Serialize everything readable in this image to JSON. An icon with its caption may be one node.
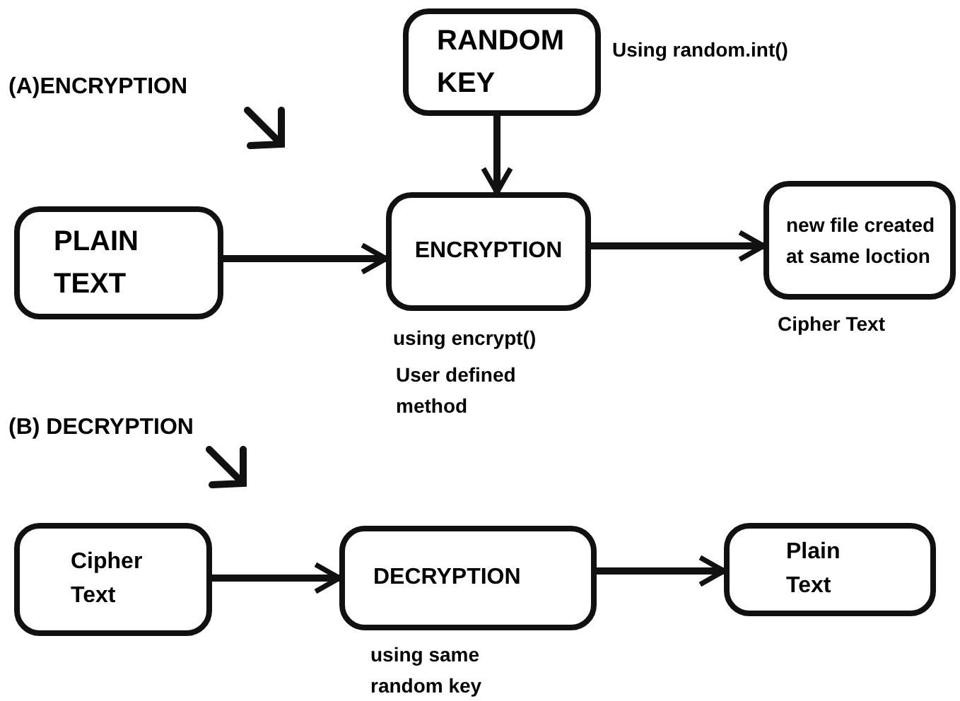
{
  "diagram": {
    "nodes": [
      {
        "text": [
          "RANDOM KEY"
        ],
        "beside": [
          "Using random.int()"
        ]
      },
      {
        "text": [
          "PLAIN TEXT"
        ]
      },
      {
        "text": [
          "ENCRYPTION"
        ],
        "beside": [
          "using encrypt()",
          "User defined method"
        ]
      },
      {
        "text": [
          "new file created at same loction"
        ],
        "beside": [
          "Cipher Text"
        ]
      },
      {
        "text": [
          "Cipher Text"
        ]
      },
      {
        "text": [
          "DECRYPTION"
        ],
        "beside": [
          "using same random key"
        ]
      },
      {
        "text": [
          "Plain Text"
        ]
      }
    ],
    "edges": [
      {
        "from": 0,
        "to": 2,
        "arrow": "to"
      },
      {
        "from": 1,
        "to": 2,
        "arrow": "to"
      },
      {
        "from": 2,
        "to": 3,
        "arrow": "to"
      },
      {
        "from": 4,
        "to": 5,
        "arrow": "to"
      },
      {
        "from": 5,
        "to": 6,
        "arrow": "to"
      }
    ],
    "labels": [
      "(A)ENCRYPTION",
      "(B) DECRYPTION"
    ]
  }
}
